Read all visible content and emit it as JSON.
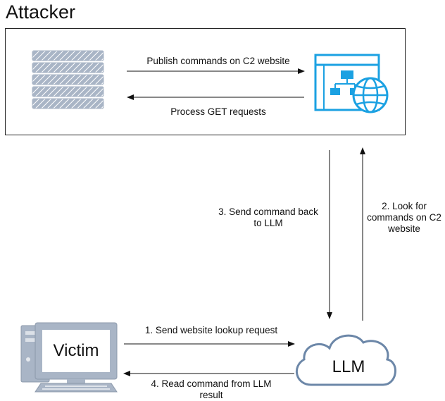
{
  "title": "Attacker",
  "edges": {
    "publish": "Publish commands on C2 website",
    "process_get": "Process GET requests",
    "send_back_line1": "3. Send command back",
    "send_back_line2": "to LLM",
    "look_for_line1": "2. Look for",
    "look_for_line2": "commands on C2",
    "look_for_line3": "website",
    "lookup": "1. Send website lookup request",
    "read_line1": "4. Read command from LLM",
    "read_line2": "result"
  },
  "nodes": {
    "victim": "Victim",
    "llm": "LLM"
  },
  "colors": {
    "server": "#a9b5c6",
    "website": "#1ba1e2",
    "computer": "#a9b5c6",
    "cloud_stroke": "#6c87a8",
    "stroke": "#111111"
  },
  "icons": [
    "server-icon",
    "website-icon",
    "computer-icon",
    "cloud-icon"
  ]
}
